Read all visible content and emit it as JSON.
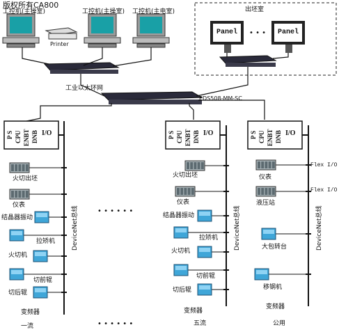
{
  "watermark": "版权所有CA800",
  "top": {
    "pc1": "工控机(主操室)",
    "pc2": "工控机(主操室)",
    "pc3": "工控机(主电室)",
    "printer": "Printer",
    "outlet_room": "出坯室",
    "panel_left": "Panel",
    "panel_right": "Panel",
    "panel_dots": "• • •"
  },
  "network": {
    "ring_label": "工业以太环网",
    "switch_model": "EDS508-MM-SC"
  },
  "plc_modules": [
    "P S",
    "CPU",
    "ENBT",
    "DNB",
    "I/O"
  ],
  "devicenet_label": "DeviceNet总线",
  "flex_io": "Flex I/O",
  "middle_dots": "• • • • • •",
  "bottom_dots": "• • • • • •",
  "strand1": {
    "title": "一流",
    "items": [
      "火切出坯",
      "仪表",
      "结晶器振动",
      "拉矫机",
      "火切机",
      "切前辊",
      "切后辊",
      "变频器"
    ]
  },
  "strand5": {
    "title": "五流",
    "items": [
      "火切出坯",
      "仪表",
      "结晶器振动",
      "拉矫机",
      "火切机",
      "切前辊",
      "切后辊",
      "变频器"
    ]
  },
  "common": {
    "title": "公用",
    "items": [
      "仪表",
      "液压站",
      "大包转台",
      "移钢机",
      "变频器"
    ]
  }
}
